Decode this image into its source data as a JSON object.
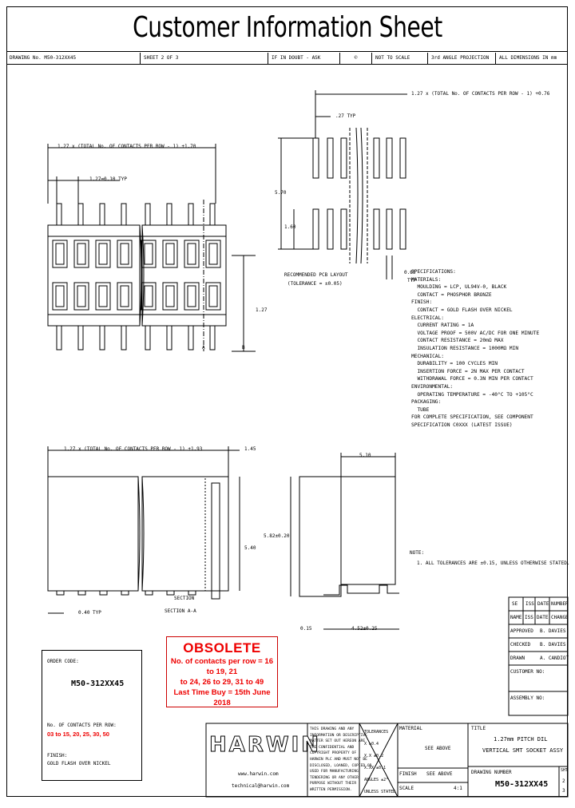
{
  "header": {
    "title": "Customer Information Sheet",
    "cells": [
      "DRAWING No. M50-312XX45",
      "SHEET 2 OF 3",
      "IF IN DOUBT - ASK",
      "",
      "NOT TO SCALE",
      "3rd ANGLE PROJECTION",
      "ALL DIMENSIONS IN mm"
    ]
  },
  "top_view": {
    "dim_overall": "1.27 x (TOTAL No. OF CONTACTS PER ROW - 1) +1.70",
    "dim_pitch": "1.27=0.10 TYP",
    "dim_right": "1.27",
    "label_a": "A",
    "label_b": "B"
  },
  "pcb_layout": {
    "dim_overall": "1.27 x (TOTAL No. OF CONTACTS PER ROW - 1) +0.76",
    "dim_pitch": ".27 TYP",
    "dim_height": "5.70",
    "dim_gap": "1.60",
    "caption_1": "RECOMMENDED PCB LAYOUT",
    "caption_2": "(TOLERANCE = ±0.05)",
    "dim_pad": "0.65",
    "dim_pad_typ": "TYP"
  },
  "specifications": {
    "lines": [
      "SPECIFICATIONS:",
      "MATERIALS:",
      "  MOULDING = LCP, UL94V-0, BLACK",
      "  CONTACT = PHOSPHOR BRONZE",
      "FINISH:",
      "  CONTACT = GOLD FLASH OVER NICKEL",
      "ELECTRICAL:",
      "  CURRENT RATING = 1A",
      "  VOLTAGE PROOF = 500V AC/DC FOR ONE MINUTE",
      "  CONTACT RESISTANCE = 20mΩ MAX",
      "  INSULATION RESISTANCE = 1000MΩ MIN",
      "MECHANICAL:",
      "  DURABILITY = 100 CYCLES MIN",
      "  INSERTION FORCE = 2N MAX PER CONTACT",
      "  WITHDRAWAL FORCE = 0.3N MIN PER CONTACT",
      "ENVIRONMENTAL:",
      "  OPERATING TEMPERATURE = -40°C TO +105°C",
      "PACKAGING:",
      "  TUBE",
      "FOR COMPLETE SPECIFICATION, SEE COMPONENT",
      "SPECIFICATION C0XXX (LATEST ISSUE)"
    ]
  },
  "side_view": {
    "dim_overall": "1.27 x (TOTAL No. OF CONTACTS PER ROW - 1) +1.93",
    "dim_end": "1.45",
    "dim_height": "5.40",
    "dim_pin": "0.40 TYP",
    "section_label_1": "SECTION",
    "section_label_2": "SECTION A-A"
  },
  "end_view": {
    "dim_width": "5.10",
    "dim_height": "5.82±0.20",
    "dim_foot": "0.15",
    "dim_base": "4.52±0.25"
  },
  "note": {
    "title": "NOTE:",
    "text": "1. ALL TOLERANCES ARE ±0.15, UNLESS OTHERWISE STATED."
  },
  "revision_table": {
    "headers": [
      "SE",
      "ISS",
      "DATE",
      "NUMBER"
    ],
    "rows": [
      {
        "label": "NAME",
        "cells": [
          "ISS",
          "DATE",
          "CHANGE"
        ]
      },
      {
        "label": "APPROVED",
        "value": "B. DAVIES"
      },
      {
        "label": "CHECKED",
        "value": "B. DAVIES"
      },
      {
        "label": "DRAWN",
        "value": "A. CANDIOT"
      },
      {
        "label": "CUSTOMER NO:",
        "value": ""
      },
      {
        "label": "ASSEMBLY NO:",
        "value": ""
      }
    ]
  },
  "obsolete": {
    "title": "OBSOLETE",
    "line1": "No. of contacts per row = 16 to 19, 21",
    "line2": "to 24, 26 to 29, 31 to 49",
    "line3": "Last Time Buy = 15th June 2018"
  },
  "order_box": {
    "order_code_label": "ORDER CODE:",
    "order_code": "M50-312XX45",
    "contacts_label": "No. OF CONTACTS PER ROW:",
    "contacts_value": "03 to 15, 20, 25, 30, 50",
    "finish_label": "FINISH:",
    "finish_value": "GOLD FLASH OVER NICKEL"
  },
  "title_block": {
    "brand": "HARWIN",
    "website": "www.harwin.com",
    "email": "technical@harwin.com",
    "legal": [
      "THIS DRAWING AND ANY",
      "INFORMATION OR DESCRIPTIVE",
      "MATTER SET OUT HEREON ARE",
      "THE CONFIDENTIAL AND",
      "COPYRIGHT PROPERTY OF",
      "HARWIN PLC AND MUST NOT BE",
      "DISCLOSED, LOANED, COPIED OR",
      "USED FOR MANUFACTURING",
      "TENDERING OR ANY OTHER",
      "PURPOSE WITHOUT THEIR",
      "WRITTEN PERMISSION."
    ],
    "tolerances_label": "TOLERANCES",
    "tol_rows": [
      "X ±0.4",
      "X.X ±0.2",
      "X.XX ±0.1",
      "ANGLES ±2°",
      "UNLESS STATED"
    ],
    "material_label": "MATERIAL",
    "material_value": "SEE ABOVE",
    "finish_label": "FINISH",
    "finish_value": "SEE ABOVE",
    "scale_label": "SCALE",
    "scale_value": "4:1",
    "title_label": "TITLE",
    "title_line1": "1.27mm PITCH DIL",
    "title_line2": "VERTICAL SMT SOCKET ASSY",
    "drawing_no_label": "DRAWING NUMBER",
    "drawing_no": "M50-312XX45",
    "sheet_label": "SHT",
    "sheet_value": "2",
    "sheet_of": "3"
  }
}
